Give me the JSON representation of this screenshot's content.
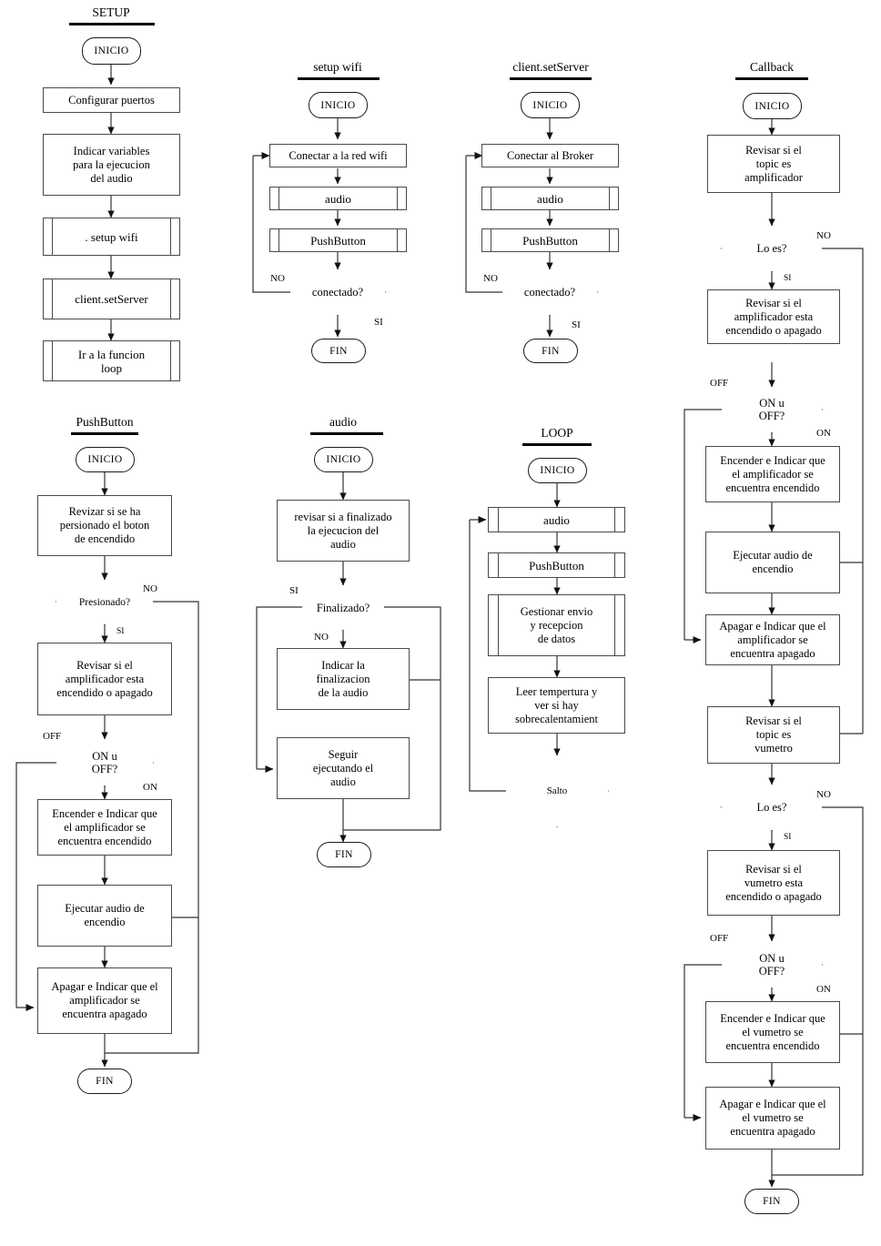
{
  "document": {
    "type": "flowchart-set",
    "language": "es",
    "charts_count": 7
  },
  "terminals": {
    "start": "INICIO",
    "end": "FIN"
  },
  "edge_labels": {
    "yes": "SI",
    "no": "NO",
    "on": "ON",
    "off": "OFF"
  },
  "charts": {
    "setup": {
      "title": "SETUP",
      "nodes": {
        "start": "INICIO",
        "n1": "Configurar puertos",
        "n2": "Indicar variables\npara la ejecucion\ndel audio",
        "n2_l1": "Indicar variables",
        "n2_l2": "para la ejecucion",
        "n2_l3": "del audio",
        "n3": ". setup  wifi",
        "n4": "client.setServer",
        "n5_l1": "Ir a la funcion",
        "n5_l2": "loop"
      }
    },
    "setup_wifi": {
      "title": "setup  wifi",
      "nodes": {
        "start": "INICIO",
        "n1": "Conectar a la red wifi",
        "n2": "audio",
        "n3": "PushButton",
        "d1": "conectado?",
        "end": "FIN"
      },
      "labels": {
        "no": "NO",
        "si": "SI"
      }
    },
    "client_setserver": {
      "title": "client.setServer",
      "nodes": {
        "start": "INICIO",
        "n1": "Conectar al Broker",
        "n2": "audio",
        "n3": "PushButton",
        "d1": "conectado?",
        "end": "FIN"
      },
      "labels": {
        "no": "NO",
        "si": "SI"
      }
    },
    "callback": {
      "title": "Callback",
      "nodes": {
        "start": "INICIO",
        "n1_l1": "Revisar si el",
        "n1_l2": "topic es",
        "n1_l3": "amplificador",
        "d1": "Lo es?",
        "n2_l1": "Revisar si el",
        "n2_l2": "amplificador esta",
        "n2_l3": "encendido o apagado",
        "d2_l1": "ON u",
        "d2_l2": "OFF?",
        "n3_l1": "Encender e Indicar que",
        "n3_l2": "el amplificador se",
        "n3_l3": "encuentra encendido",
        "n4_l1": "Ejecutar audio de",
        "n4_l2": "encendio",
        "n5_l1": "Apagar e Indicar que el",
        "n5_l2": "amplificador se",
        "n5_l3": "encuentra apagado",
        "n6_l1": "Revisar si el",
        "n6_l2": "topic es",
        "n6_l3": "vumetro",
        "d3": "Lo es?",
        "n7_l1": "Revisar si el",
        "n7_l2": "vumetro esta",
        "n7_l3": "encendido o apagado",
        "d4_l1": "ON u",
        "d4_l2": "OFF?",
        "n8_l1": "Encender e Indicar que",
        "n8_l2": "el vumetro se",
        "n8_l3": "encuentra encendido",
        "n9_l1": "Apagar e Indicar que el",
        "n9_l2": "el vumetro se",
        "n9_l3": "encuentra apagado",
        "end": "FIN"
      },
      "labels": {
        "no1": "NO",
        "si1": "SI",
        "off1": "OFF",
        "on1": "ON",
        "no2": "NO",
        "si2": "SI",
        "off2": "OFF",
        "on2": "ON"
      }
    },
    "pushbutton": {
      "title": "PushButton",
      "nodes": {
        "start": "INICIO",
        "n1_l1": "Revizar si se ha",
        "n1_l2": "persionado el boton",
        "n1_l3": "de encendido",
        "d1": "Presionado?",
        "n2_l1": "Revisar si el",
        "n2_l2": "amplificador esta",
        "n2_l3": "encendido o apagado",
        "d2_l1": "ON u",
        "d2_l2": "OFF?",
        "n3_l1": "Encender e Indicar que",
        "n3_l2": "el amplificador se",
        "n3_l3": "encuentra encendido",
        "n4_l1": "Ejecutar audio de",
        "n4_l2": "encendio",
        "n5_l1": "Apagar e Indicar que el",
        "n5_l2": "amplificador se",
        "n5_l3": "encuentra apagado",
        "end": "FIN"
      },
      "labels": {
        "no": "NO",
        "si": "SI",
        "off": "OFF",
        "on": "ON"
      }
    },
    "audio": {
      "title": "audio",
      "nodes": {
        "start": "INICIO",
        "n1_l1": "revisar si a finalizado",
        "n1_l2": "la ejecucion del",
        "n1_l3": "audio",
        "d1": "Finalizado?",
        "n2_l1": "Indicar la",
        "n2_l2": "finalizacion",
        "n2_l3": "de la audio",
        "n3_l1": "Seguir",
        "n3_l2": "ejecutando el",
        "n3_l3": "audio",
        "end": "FIN"
      },
      "labels": {
        "si": "SI",
        "no": "NO"
      }
    },
    "loop": {
      "title": "LOOP",
      "nodes": {
        "start": "INICIO",
        "n1": "audio",
        "n2": "PushButton",
        "n3_l1": "Gestionar envio",
        "n3_l2": "y recepcion",
        "n3_l3": "de datos",
        "n4_l1": "Leer tempertura y",
        "n4_l2": "ver si hay",
        "n4_l3": "sobrecalentamient",
        "d1": "Salto"
      }
    }
  },
  "colors": {
    "stroke": "#4a4a4a",
    "stroke_dark": "#1a1a1a",
    "text": "#000000",
    "background": "#ffffff"
  }
}
